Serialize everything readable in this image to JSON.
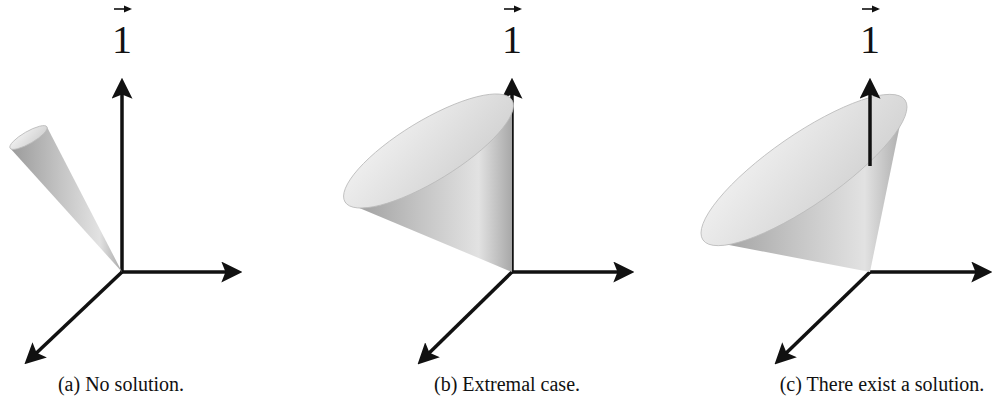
{
  "diagram": {
    "labels": [
      "1",
      "1",
      "1",
      "(a) No solution.",
      "(b) Extremal case.",
      "(c) There exist a solution."
    ]
  }
}
